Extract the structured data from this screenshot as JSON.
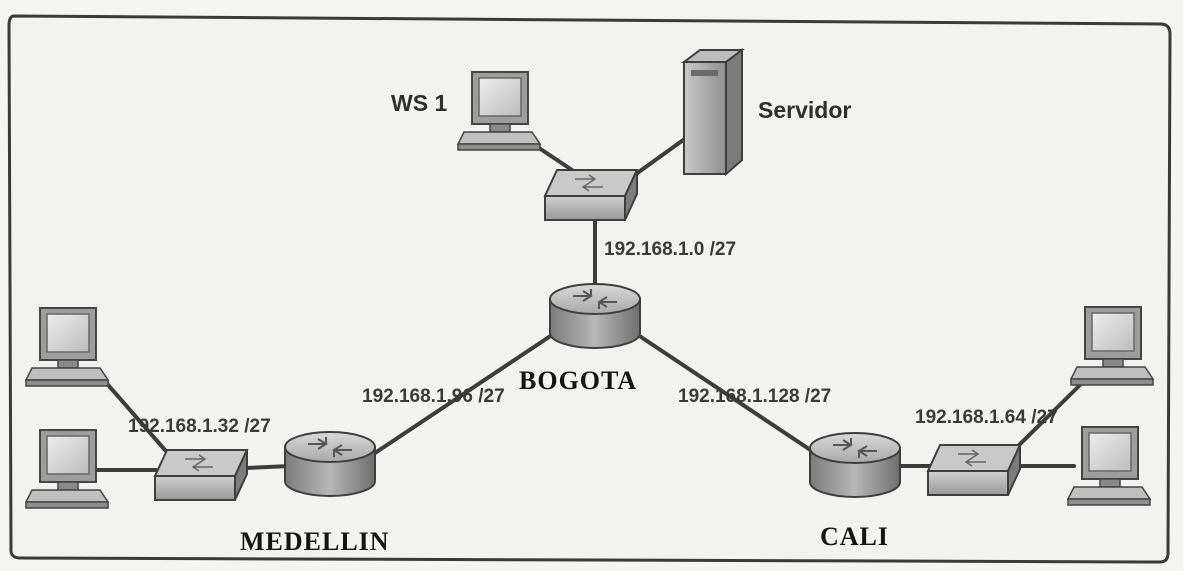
{
  "devices": {
    "ws1_label": "WS 1",
    "server_label": "Servidor"
  },
  "routers": {
    "bogota": "BOGOTA",
    "medellin": "MEDELLIN",
    "cali": "CALI"
  },
  "networks": {
    "bogota_lan": "192.168.1.0 /27",
    "medellin_lan": "192.168.1.32 /27",
    "bogota_medellin": "192.168.1.96 /27",
    "bogota_cali": "192.168.1.128 /27",
    "cali_lan": "192.168.1.64 /27"
  }
}
